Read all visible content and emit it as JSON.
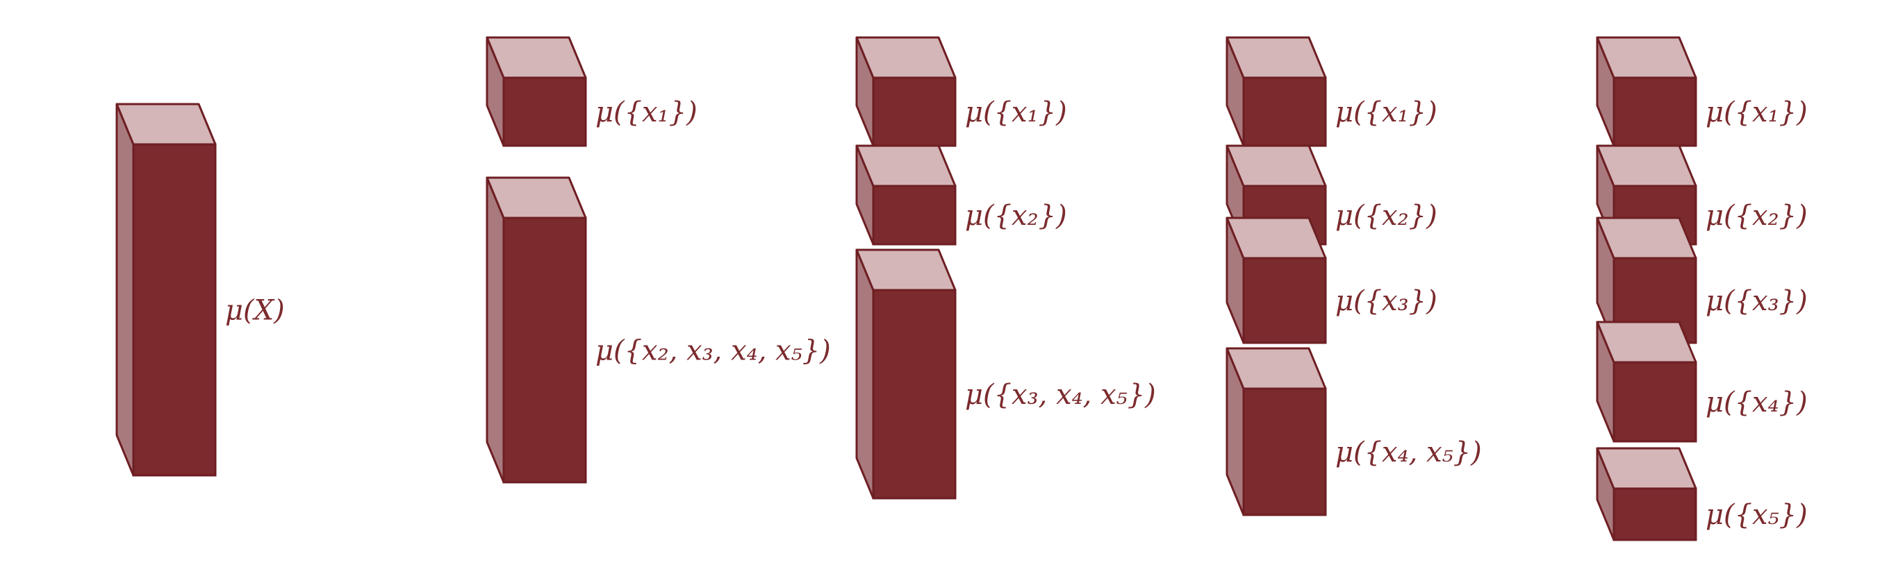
{
  "colors": {
    "front": "#7b2a2d",
    "top": "#d4b6b8",
    "side": "#a97a7d",
    "stroke": "#6e1f23",
    "text": "#7b2a2d"
  },
  "columns": [
    {
      "blocks": [
        {
          "label": "μ(X)"
        }
      ]
    },
    {
      "blocks": [
        {
          "label": "μ({x₁})"
        },
        {
          "label": "μ({x₂, x₃, x₄, x₅})"
        }
      ]
    },
    {
      "blocks": [
        {
          "label": "μ({x₁})"
        },
        {
          "label": "μ({x₂})"
        },
        {
          "label": "μ({x₃, x₄, x₅})"
        }
      ]
    },
    {
      "blocks": [
        {
          "label": "μ({x₁})"
        },
        {
          "label": "μ({x₂})"
        },
        {
          "label": "μ({x₃})"
        },
        {
          "label": "μ({x₄, x₅})"
        }
      ]
    },
    {
      "blocks": [
        {
          "label": "μ({x₁})"
        },
        {
          "label": "μ({x₂})"
        },
        {
          "label": "μ({x₃})"
        },
        {
          "label": "μ({x₄})"
        },
        {
          "label": "μ({x₅})"
        }
      ]
    }
  ]
}
